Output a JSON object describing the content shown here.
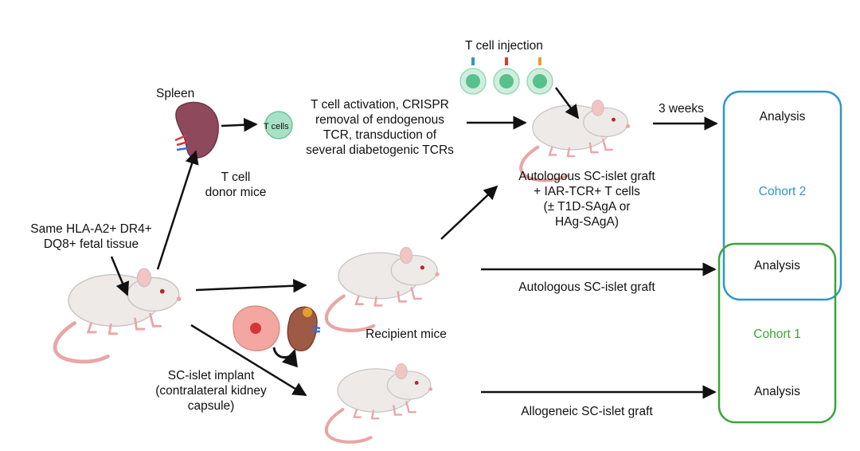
{
  "colors": {
    "cohort2": "#2e95cf",
    "cohort1": "#3aa535",
    "arrow": "#111111",
    "mouse_body": "#eeeae8",
    "mouse_tail": "#e9a6a6",
    "cell_fill": "#8ad4b4"
  },
  "labels": {
    "spleen": "Spleen",
    "t_cells": "T cells",
    "t_cell_injection": "T cell injection",
    "process": [
      "T cell activation, CRISPR",
      "removal of endogenous",
      "TCR, transduction of",
      "several diabetogenic TCRs"
    ],
    "donor": [
      "T cell",
      "donor mice"
    ],
    "three_weeks": "3 weeks",
    "analysis_top": "Analysis",
    "cohort2": "Cohort 2",
    "analysis_mid": "Analysis",
    "cohort1": "Cohort 1",
    "analysis_bottom": "Analysis",
    "tissue": [
      "Same HLA-A2+ DR4+",
      "DQ8+ fetal tissue"
    ],
    "autologous_plus": [
      "Autologous SC-islet graft",
      "+ IAR-TCR+ T cells",
      "(± T1D-SAgA or",
      "HAg-SAgA)"
    ],
    "autologous": "Autologous SC-islet graft",
    "recipient": "Recipient mice",
    "implant": [
      "SC-islet implant",
      "(contralateral kidney",
      "capsule)"
    ],
    "allogeneic": "Allogeneic SC-islet graft"
  },
  "icons": [
    "mouse-icon",
    "spleen-icon",
    "t-cell-icon",
    "t-cell-receptor-icon",
    "islet-cell-icon",
    "kidney-icon"
  ]
}
